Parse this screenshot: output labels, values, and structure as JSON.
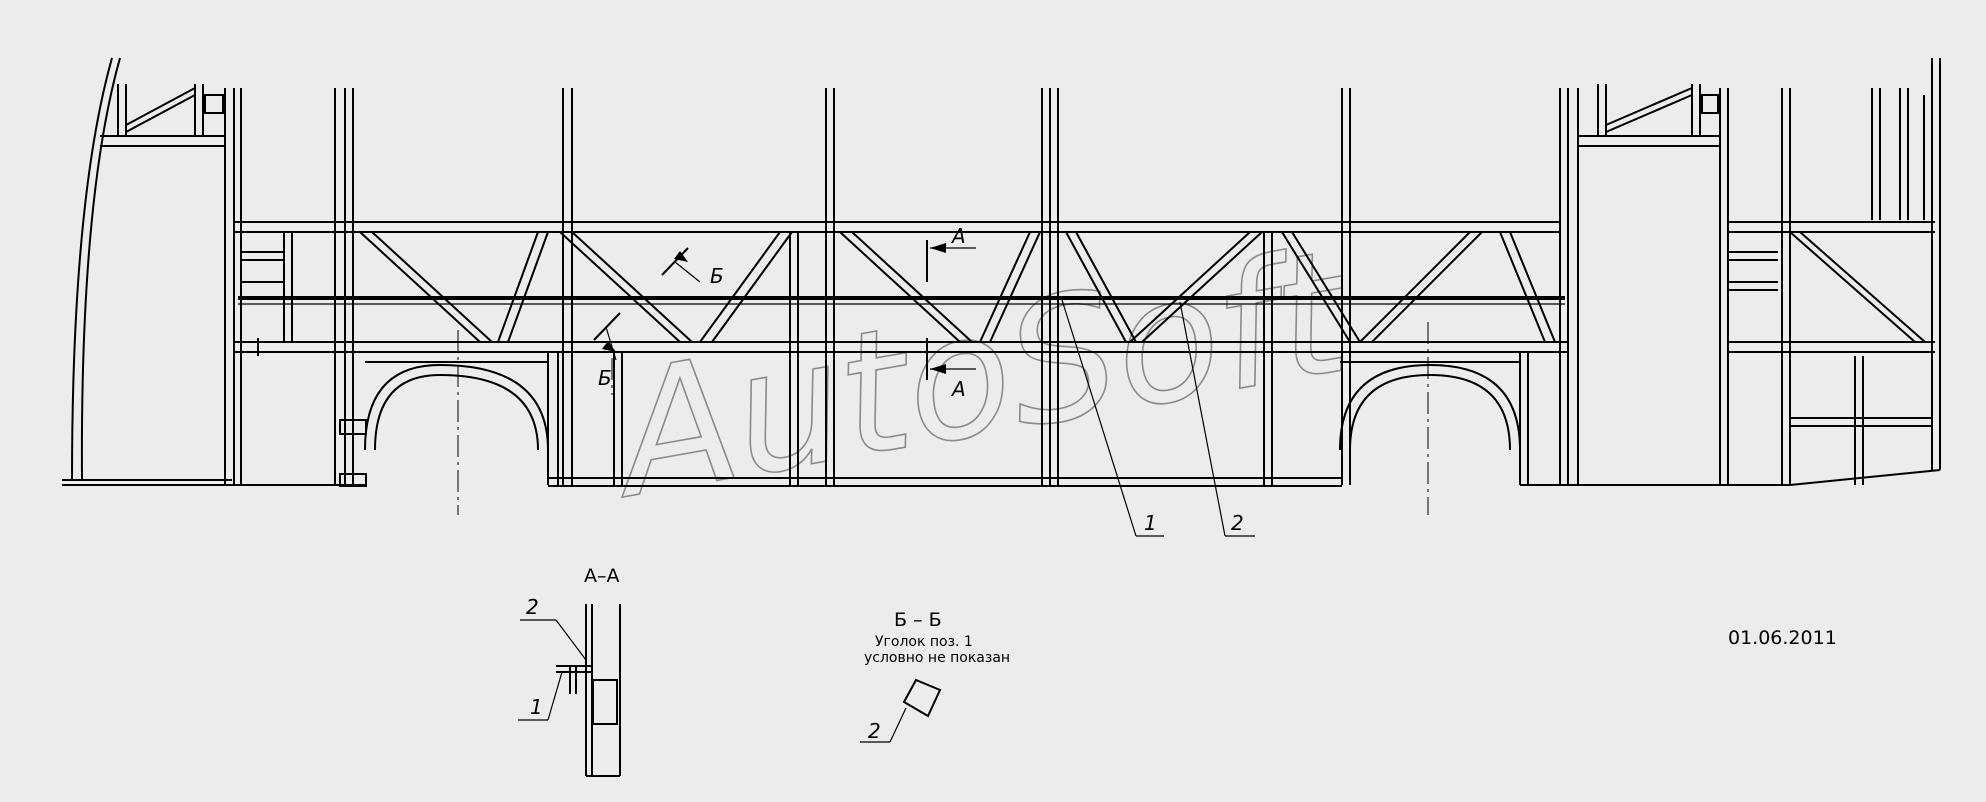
{
  "watermark": "AutoSoft",
  "date": "01.06.2011",
  "callouts": {
    "pos1": "1",
    "pos2": "2"
  },
  "cut_markers": {
    "a": "А",
    "b": "Б"
  },
  "section_aa": {
    "title": "А–А",
    "callout_1": "1",
    "callout_2": "2"
  },
  "section_bb": {
    "title": "Б – Б",
    "note_line1": "Уголок поз. 1",
    "note_line2": "условно не показан",
    "callout_2": "2"
  }
}
